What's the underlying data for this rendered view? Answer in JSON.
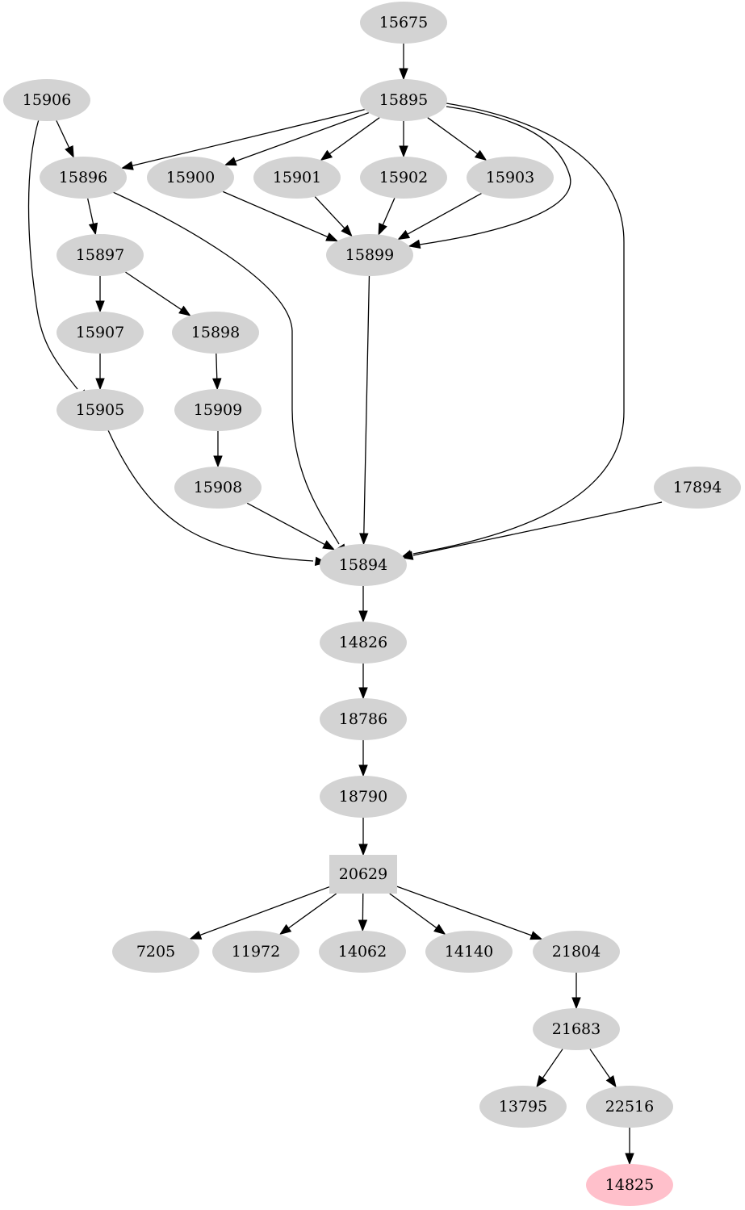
{
  "graph": {
    "nodes": [
      {
        "id": "n15675",
        "label": "15675"
      },
      {
        "id": "n15906",
        "label": "15906"
      },
      {
        "id": "n15895",
        "label": "15895"
      },
      {
        "id": "n15896",
        "label": "15896"
      },
      {
        "id": "n15900",
        "label": "15900"
      },
      {
        "id": "n15901",
        "label": "15901"
      },
      {
        "id": "n15902",
        "label": "15902"
      },
      {
        "id": "n15903",
        "label": "15903"
      },
      {
        "id": "n15897",
        "label": "15897"
      },
      {
        "id": "n15899",
        "label": "15899"
      },
      {
        "id": "n15907",
        "label": "15907"
      },
      {
        "id": "n15898",
        "label": "15898"
      },
      {
        "id": "n15905",
        "label": "15905"
      },
      {
        "id": "n15909",
        "label": "15909"
      },
      {
        "id": "n15908",
        "label": "15908"
      },
      {
        "id": "n17894",
        "label": "17894"
      },
      {
        "id": "n15894",
        "label": "15894"
      },
      {
        "id": "n14826",
        "label": "14826"
      },
      {
        "id": "n18786",
        "label": "18786"
      },
      {
        "id": "n18790",
        "label": "18790"
      },
      {
        "id": "n20629",
        "label": "20629",
        "shape": "box"
      },
      {
        "id": "n7205",
        "label": "7205"
      },
      {
        "id": "n11972",
        "label": "11972"
      },
      {
        "id": "n14062",
        "label": "14062"
      },
      {
        "id": "n14140",
        "label": "14140"
      },
      {
        "id": "n21804",
        "label": "21804"
      },
      {
        "id": "n21683",
        "label": "21683"
      },
      {
        "id": "n13795",
        "label": "13795"
      },
      {
        "id": "n22516",
        "label": "22516"
      },
      {
        "id": "n14825",
        "label": "14825",
        "color": "#ffc0cb"
      }
    ],
    "edges": [
      {
        "from": "n15675",
        "to": "n15895"
      },
      {
        "from": "n15906",
        "to": "n15896"
      },
      {
        "from": "n15906",
        "to": "n15905"
      },
      {
        "from": "n15895",
        "to": "n15896"
      },
      {
        "from": "n15895",
        "to": "n15900"
      },
      {
        "from": "n15895",
        "to": "n15901"
      },
      {
        "from": "n15895",
        "to": "n15902"
      },
      {
        "from": "n15895",
        "to": "n15903"
      },
      {
        "from": "n15895",
        "to": "n15899"
      },
      {
        "from": "n15895",
        "to": "n15894"
      },
      {
        "from": "n15896",
        "to": "n15897"
      },
      {
        "from": "n15896",
        "to": "n15894"
      },
      {
        "from": "n15900",
        "to": "n15899"
      },
      {
        "from": "n15901",
        "to": "n15899"
      },
      {
        "from": "n15902",
        "to": "n15899"
      },
      {
        "from": "n15903",
        "to": "n15899"
      },
      {
        "from": "n15897",
        "to": "n15907"
      },
      {
        "from": "n15897",
        "to": "n15898"
      },
      {
        "from": "n15899",
        "to": "n15894"
      },
      {
        "from": "n15907",
        "to": "n15905"
      },
      {
        "from": "n15898",
        "to": "n15909"
      },
      {
        "from": "n15909",
        "to": "n15908"
      },
      {
        "from": "n15905",
        "to": "n15894"
      },
      {
        "from": "n15908",
        "to": "n15894"
      },
      {
        "from": "n17894",
        "to": "n15894"
      },
      {
        "from": "n15894",
        "to": "n14826"
      },
      {
        "from": "n14826",
        "to": "n18786"
      },
      {
        "from": "n18786",
        "to": "n18790"
      },
      {
        "from": "n18790",
        "to": "n20629"
      },
      {
        "from": "n20629",
        "to": "n7205"
      },
      {
        "from": "n20629",
        "to": "n11972"
      },
      {
        "from": "n20629",
        "to": "n14062"
      },
      {
        "from": "n20629",
        "to": "n14140"
      },
      {
        "from": "n20629",
        "to": "n21804"
      },
      {
        "from": "n21804",
        "to": "n21683"
      },
      {
        "from": "n21683",
        "to": "n13795"
      },
      {
        "from": "n21683",
        "to": "n22516"
      },
      {
        "from": "n22516",
        "to": "n14825"
      }
    ]
  }
}
